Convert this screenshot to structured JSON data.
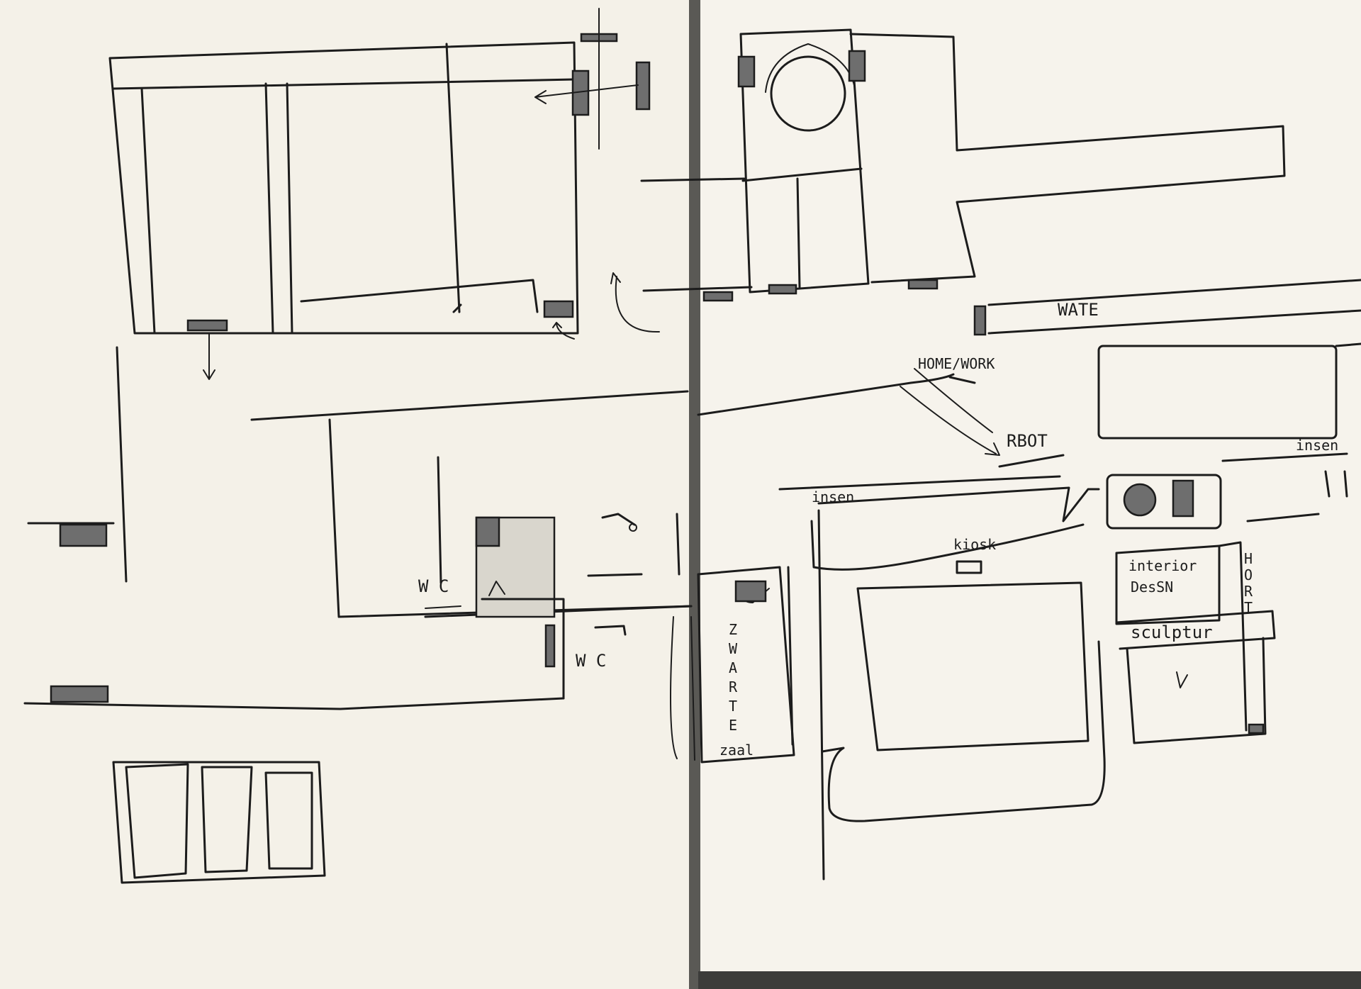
{
  "colors": {
    "paper": "#f4f1e8",
    "ink": "#1c1c1c",
    "spine": "#4a4a48",
    "hatch": "#6e6e6e"
  },
  "labels": {
    "wate": "WATE",
    "home_work": "HOME/WORK",
    "rbot": "RBOT",
    "insen_right": "insen",
    "insen_mid": "insen",
    "kiosk": "kiosk",
    "interior_design": [
      "interior",
      "DesSN"
    ],
    "sculptur": "sculptur",
    "hort_vertical": [
      "H",
      "O",
      "R",
      "T"
    ],
    "zwarte_zaal": [
      "Z",
      "W",
      "A",
      "R",
      "T",
      "E",
      "zaal"
    ],
    "wc_left": "W C",
    "wc_lower": "W C"
  }
}
